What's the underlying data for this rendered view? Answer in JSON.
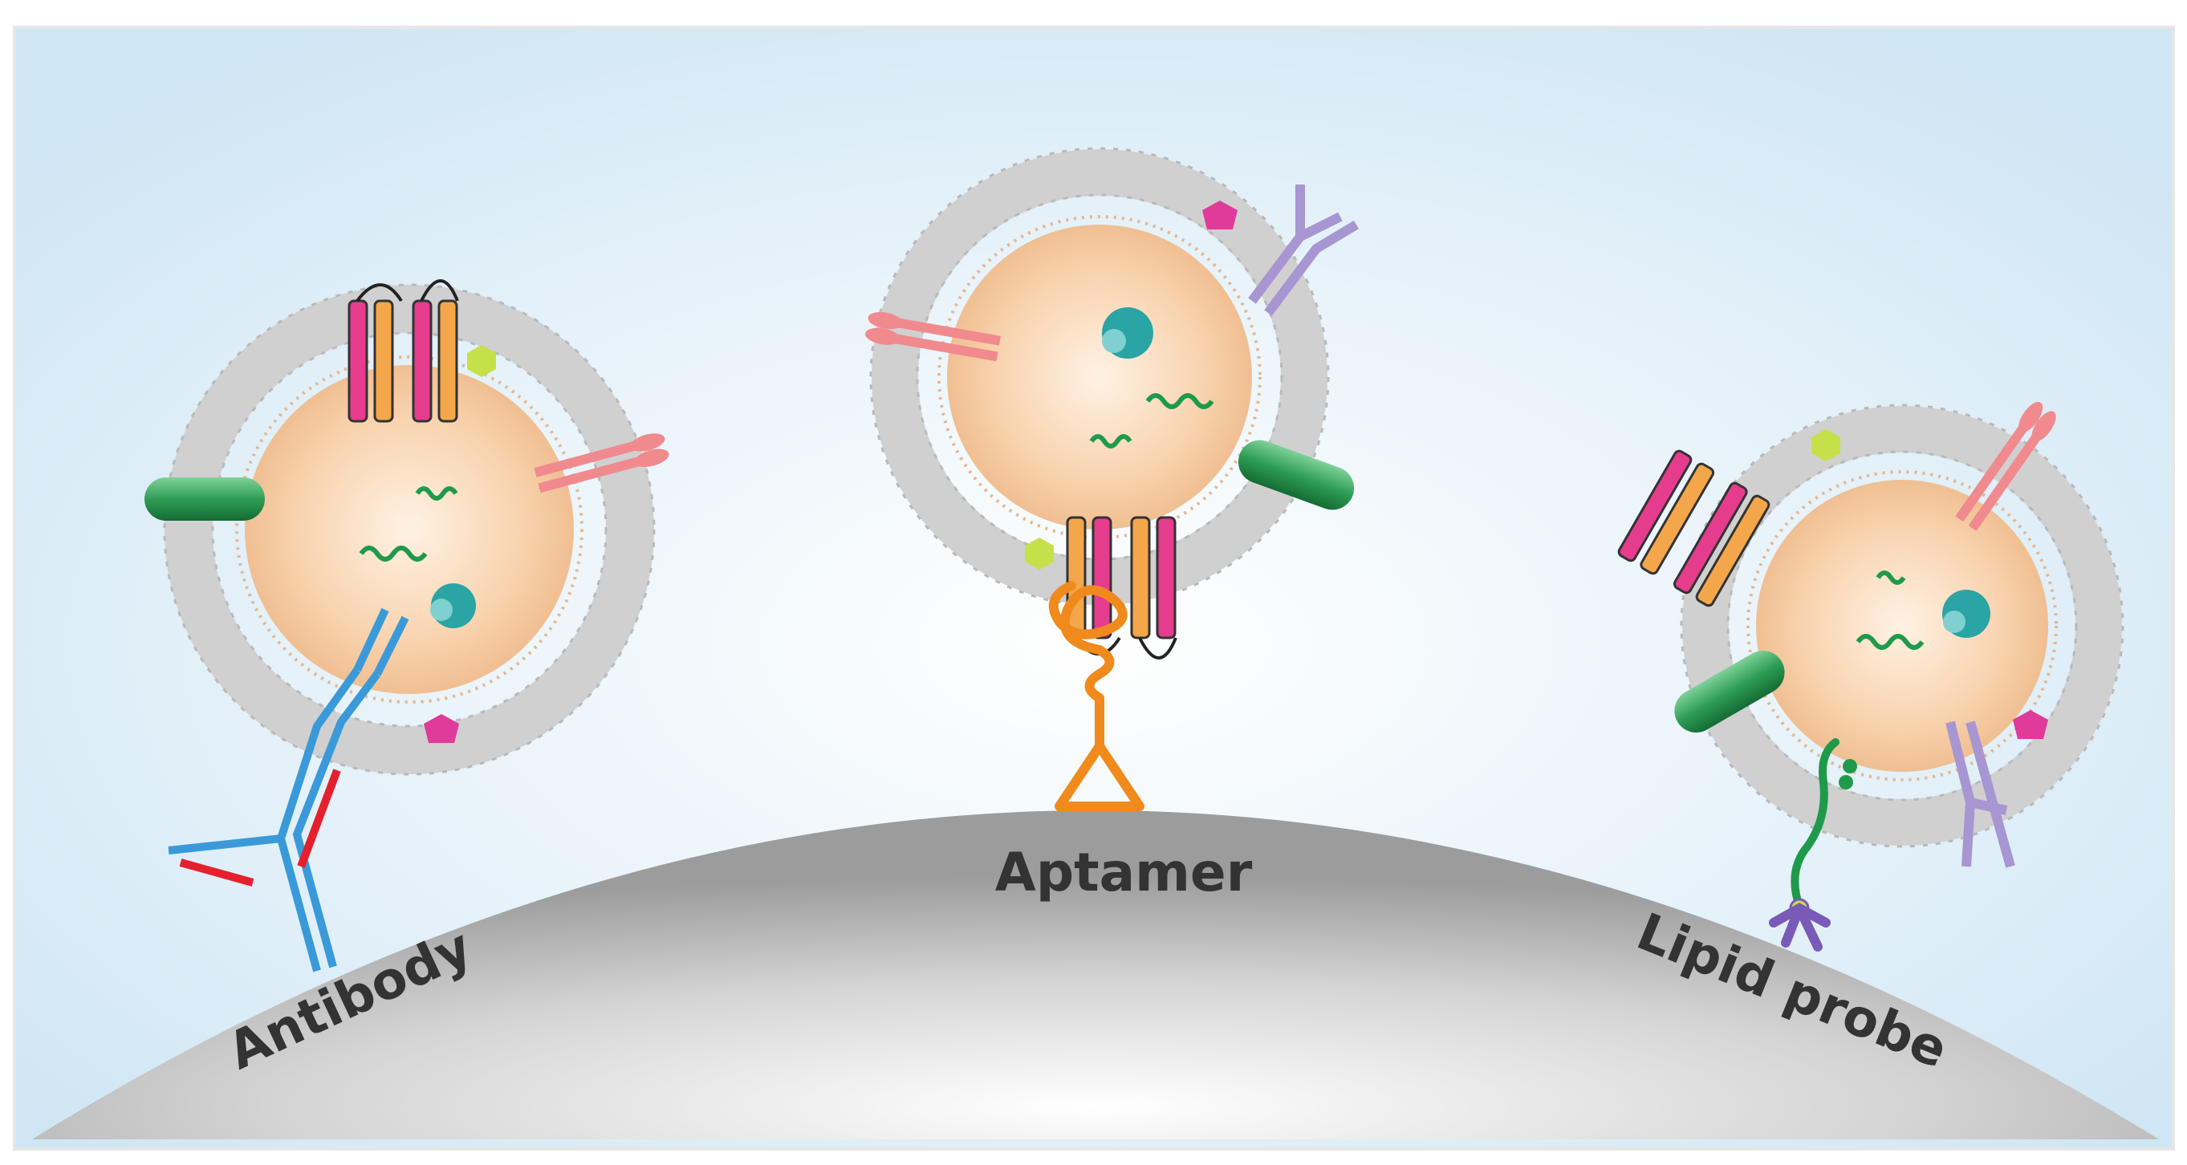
{
  "labels": {
    "antibody": "Antibody",
    "aptamer": "Aptamer",
    "lipid_probe": "Lipid probe"
  },
  "colors": {
    "background": "#d6eaf6",
    "cell_surface": "#bdbdbd",
    "core": "#f7c9a0",
    "membrane": "#c9c9c9",
    "antibody": "#3a9ad9",
    "antibody_light_chain": "#e5202e",
    "aptamer": "#f08a1c",
    "lipid_probe": "#1f9a4a",
    "lipid_anchor": "#7a5ab8",
    "green_protein": "#2e9e55",
    "pink_receptor": "#f08a8f",
    "purple_receptor": "#a796d2",
    "teal_cargo": "#2aa4a4",
    "magenta_marker": "#e03a9a",
    "yellow_marker": "#c6e04a",
    "label_text": "#333333"
  },
  "icons": {
    "antibody": "y-shaped-antibody-icon",
    "aptamer": "folded-aptamer-icon",
    "lipid_probe": "lipid-anchor-icon",
    "vesicle": "lipid-bilayer-vesicle-icon"
  }
}
